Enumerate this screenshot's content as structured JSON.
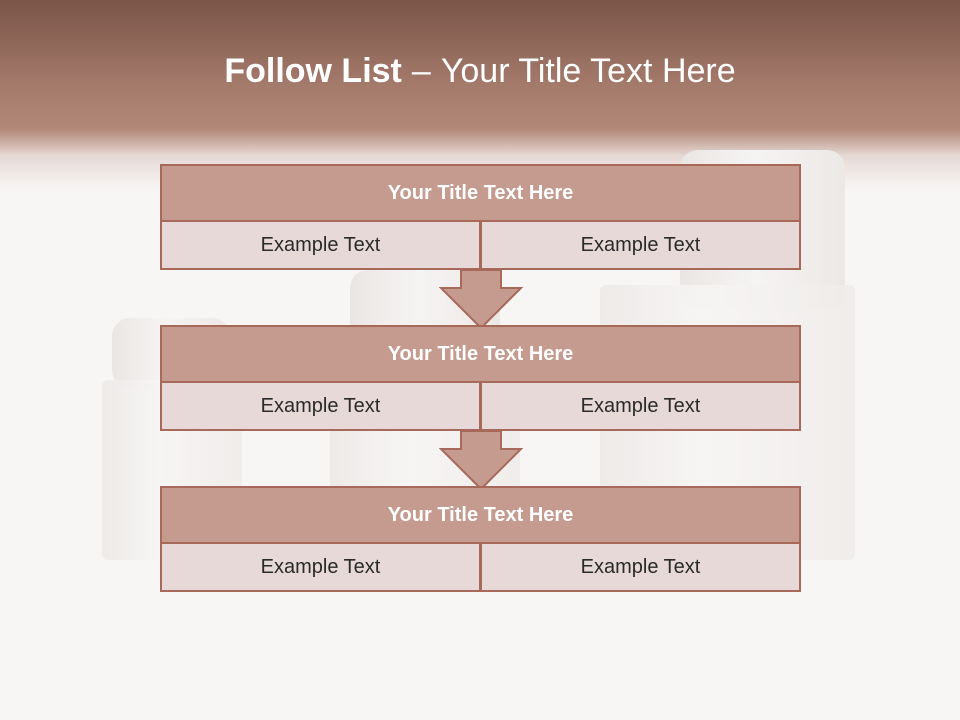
{
  "slide": {
    "title_bold": "Follow List",
    "title_sep": "–",
    "title_rest": "Your Title Text Here"
  },
  "colors": {
    "header": "#a47a6b",
    "box_title": "#c49b8e",
    "box_cell": "#e7d9d7",
    "border": "#a6695a"
  },
  "steps": [
    {
      "title": "Your Title Text Here",
      "left": "Example Text",
      "right": "Example Text"
    },
    {
      "title": "Your Title Text Here",
      "left": "Example Text",
      "right": "Example Text"
    },
    {
      "title": "Your Title Text Here",
      "left": "Example Text",
      "right": "Example Text"
    }
  ]
}
